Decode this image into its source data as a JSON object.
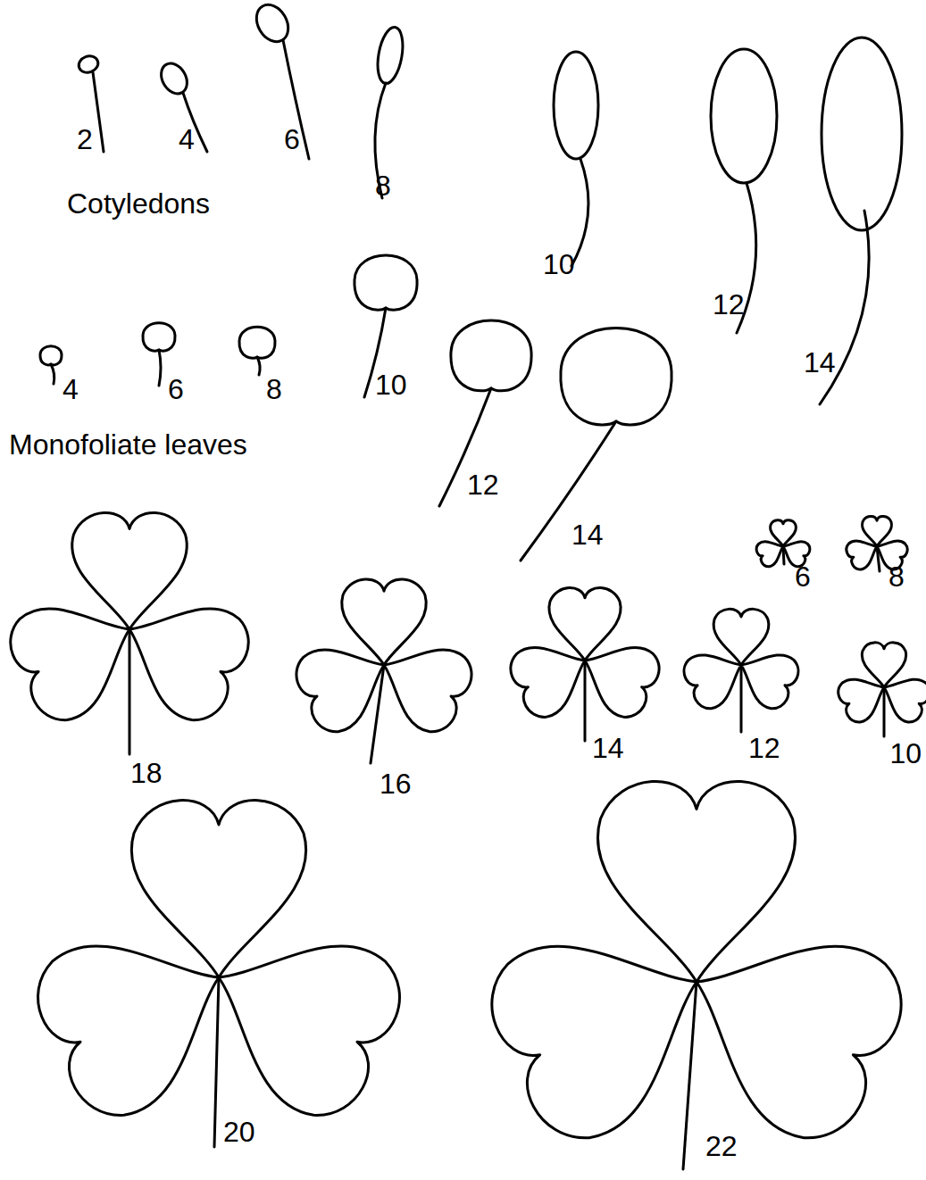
{
  "diagram": {
    "labels": [
      "2",
      "4",
      "6",
      "8",
      "Cotyledons",
      "10",
      "12",
      "14",
      "4",
      "6",
      "8",
      "10",
      "Monofoliate leaves",
      "12",
      "14",
      "6",
      "8",
      "18",
      "16",
      "14",
      "12",
      "10",
      "20",
      "22"
    ]
  }
}
